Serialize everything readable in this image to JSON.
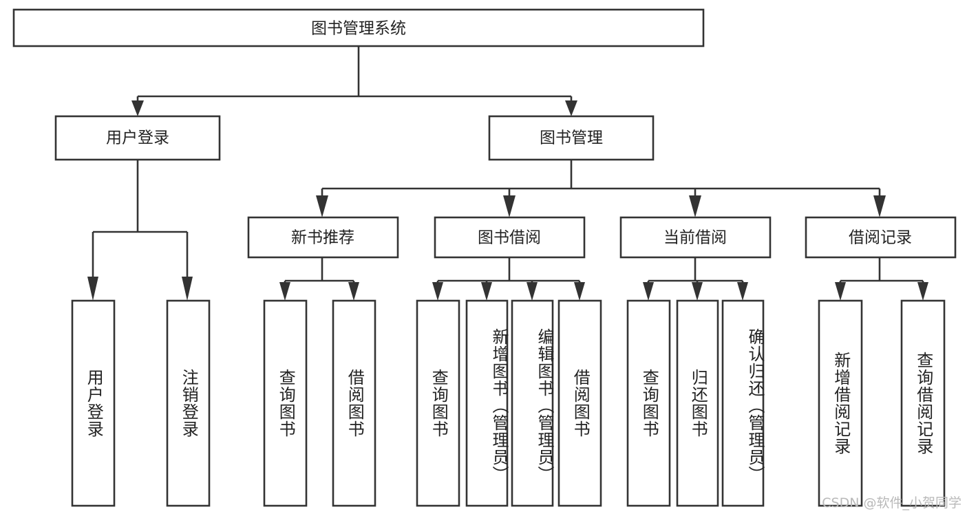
{
  "diagram": {
    "type": "tree-hierarchy",
    "title": "图书管理系统",
    "orientation": "top-down",
    "stroke_color": "#333333",
    "box_fill": "#ffffff",
    "text_color": "#222222",
    "levels": 4,
    "root": {
      "id": "root",
      "label": "图书管理系统",
      "orientation": "horizontal"
    },
    "level2": [
      {
        "id": "user-login",
        "label": "用户登录",
        "orientation": "horizontal"
      },
      {
        "id": "book-manage",
        "label": "图书管理",
        "orientation": "horizontal"
      }
    ],
    "level3": [
      {
        "id": "new-book-recommend",
        "label": "新书推荐",
        "parent": "book-manage",
        "orientation": "horizontal"
      },
      {
        "id": "book-borrow",
        "label": "图书借阅",
        "parent": "book-manage",
        "orientation": "horizontal"
      },
      {
        "id": "current-borrow",
        "label": "当前借阅",
        "parent": "book-manage",
        "orientation": "horizontal"
      },
      {
        "id": "borrow-record",
        "label": "借阅记录",
        "parent": "book-manage",
        "orientation": "horizontal"
      }
    ],
    "leaves": [
      {
        "id": "leaf-user-login",
        "label": "用户登录",
        "parent": "user-login",
        "orientation": "vertical"
      },
      {
        "id": "leaf-user-logout",
        "label": "注销登录",
        "parent": "user-login",
        "orientation": "vertical"
      },
      {
        "id": "leaf-query-book-1",
        "label": "查询图书",
        "parent": "new-book-recommend",
        "orientation": "vertical"
      },
      {
        "id": "leaf-borrow-book-1",
        "label": "借阅图书",
        "parent": "new-book-recommend",
        "orientation": "vertical"
      },
      {
        "id": "leaf-query-book-2",
        "label": "查询图书",
        "parent": "book-borrow",
        "orientation": "vertical"
      },
      {
        "id": "leaf-add-book",
        "label": "新增图书（管理员）",
        "parent": "book-borrow",
        "orientation": "vertical"
      },
      {
        "id": "leaf-edit-book",
        "label": "编辑图书（管理员）",
        "parent": "book-borrow",
        "orientation": "vertical"
      },
      {
        "id": "leaf-borrow-book-2",
        "label": "借阅图书",
        "parent": "book-borrow",
        "orientation": "vertical"
      },
      {
        "id": "leaf-query-book-3",
        "label": "查询图书",
        "parent": "current-borrow",
        "orientation": "vertical"
      },
      {
        "id": "leaf-return-book",
        "label": "归还图书",
        "parent": "current-borrow",
        "orientation": "vertical"
      },
      {
        "id": "leaf-confirm-return",
        "label": "确认归还（管理员）",
        "parent": "current-borrow",
        "orientation": "vertical"
      },
      {
        "id": "leaf-add-record",
        "label": "新增借阅记录",
        "parent": "borrow-record",
        "orientation": "vertical"
      },
      {
        "id": "leaf-query-record",
        "label": "查询借阅记录",
        "parent": "borrow-record",
        "orientation": "vertical"
      }
    ],
    "watermark": "CSDN @软件_小贺同学"
  }
}
